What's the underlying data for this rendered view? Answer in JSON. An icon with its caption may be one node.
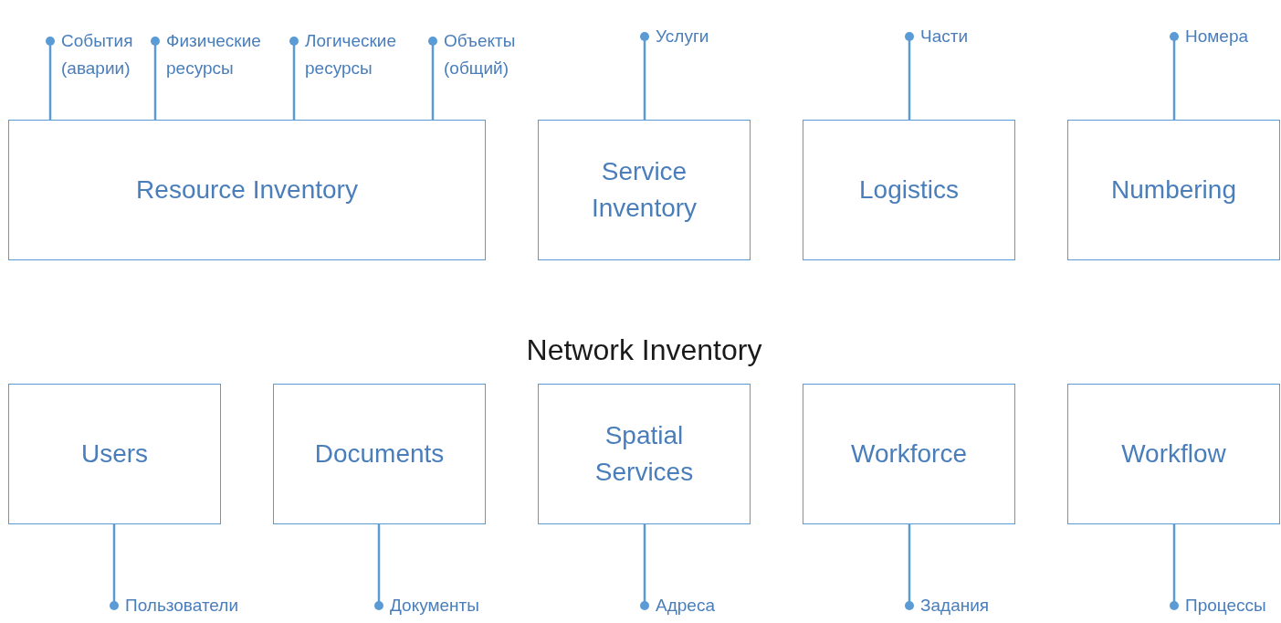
{
  "diagram": {
    "title": "Network Inventory",
    "nodes": [
      {
        "text": [
          "События (аварии)"
        ]
      },
      {
        "text": [
          "Физические ресурсы"
        ]
      },
      {
        "text": [
          "Логические ресурсы"
        ]
      },
      {
        "text": [
          "Объекты (общий)"
        ]
      },
      {
        "text": [
          "Услуги"
        ]
      },
      {
        "text": [
          "Части"
        ]
      },
      {
        "text": [
          "Номера"
        ]
      },
      {
        "text": [
          "Resource Inventory"
        ]
      },
      {
        "text": [
          "Service Inventory"
        ]
      },
      {
        "text": [
          "Logistics"
        ]
      },
      {
        "text": [
          "Numbering"
        ]
      },
      {
        "text": [
          "Users"
        ]
      },
      {
        "text": [
          "Documents"
        ]
      },
      {
        "text": [
          "Spatial Services"
        ]
      },
      {
        "text": [
          "Workforce"
        ]
      },
      {
        "text": [
          "Workflow"
        ]
      },
      {
        "text": [
          "Пользователи"
        ]
      },
      {
        "text": [
          "Документы"
        ]
      },
      {
        "text": [
          "Адреса"
        ]
      },
      {
        "text": [
          "Задания"
        ]
      },
      {
        "text": [
          "Процессы"
        ]
      }
    ],
    "edges": [
      {
        "from": 7,
        "to": 0,
        "arrow": "other"
      },
      {
        "from": 7,
        "to": 1,
        "arrow": "other"
      },
      {
        "from": 7,
        "to": 2,
        "arrow": "other"
      },
      {
        "from": 7,
        "to": 3,
        "arrow": "other"
      },
      {
        "from": 8,
        "to": 4,
        "arrow": "other"
      },
      {
        "from": 9,
        "to": 5,
        "arrow": "other"
      },
      {
        "from": 10,
        "to": 6,
        "arrow": "other"
      },
      {
        "from": 11,
        "to": 16,
        "arrow": "other"
      },
      {
        "from": 12,
        "to": 17,
        "arrow": "other"
      },
      {
        "from": 13,
        "to": 18,
        "arrow": "other"
      },
      {
        "from": 14,
        "to": 19,
        "arrow": "other"
      },
      {
        "from": 15,
        "to": 20,
        "arrow": "other"
      }
    ]
  }
}
